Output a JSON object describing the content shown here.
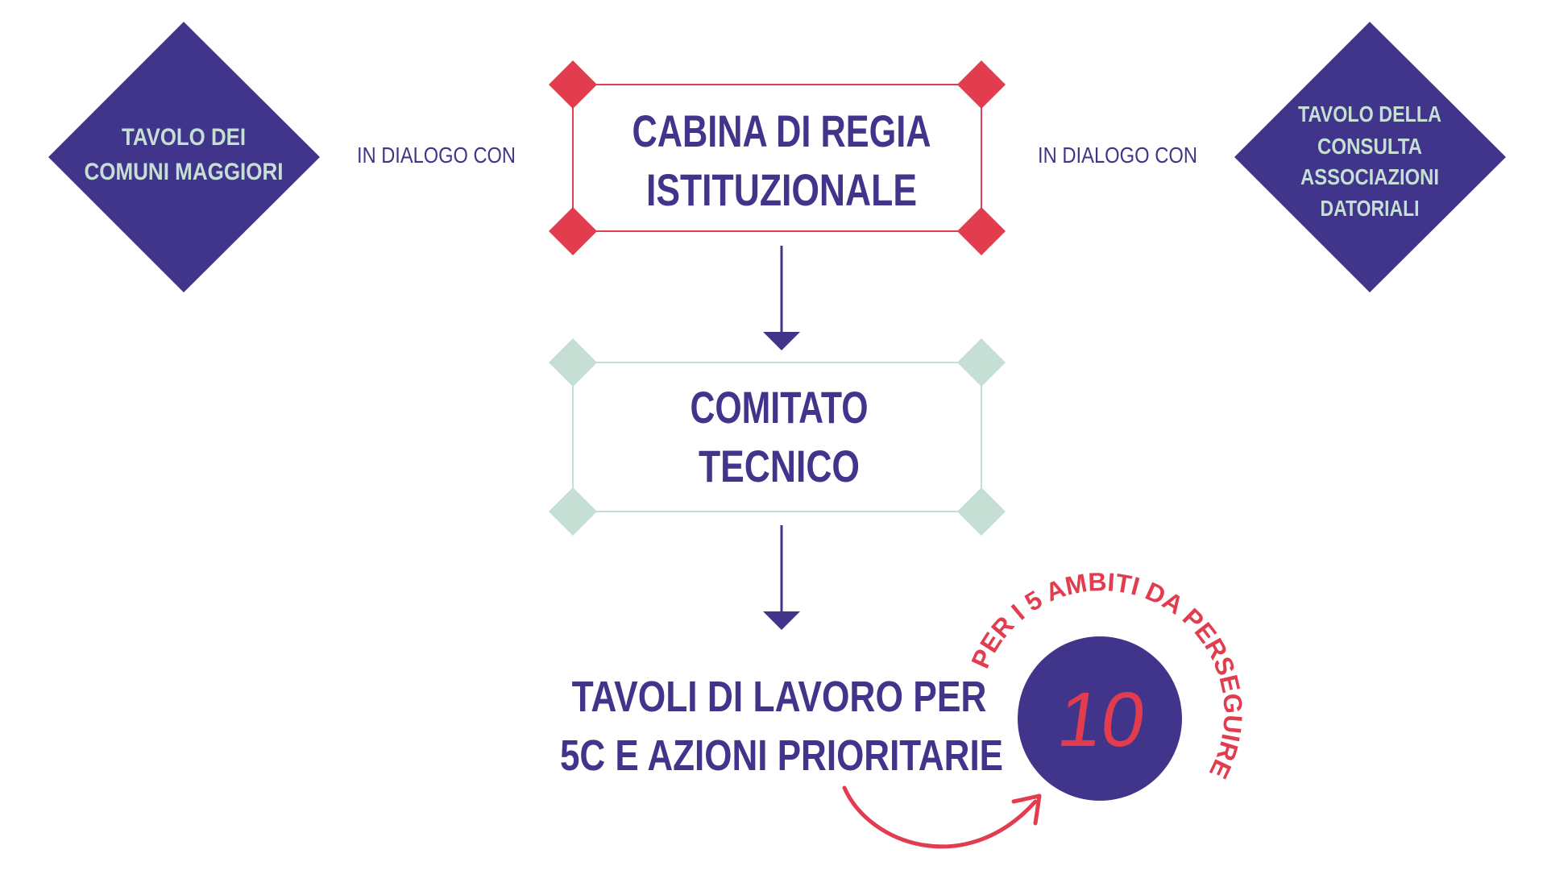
{
  "colors": {
    "purple": "#40358a",
    "red": "#e23c4f",
    "mint": "#c5dfd5",
    "background": "#ffffff"
  },
  "left_node": {
    "lines": [
      "TAVOLO DEI",
      "COMUNI MAGGIORI"
    ]
  },
  "right_node": {
    "lines": [
      "TAVOLO DELLA",
      "CONSULTA",
      "ASSOCIAZIONI",
      "DATORIALI"
    ]
  },
  "left_connector_label": "IN DIALOGO CON",
  "right_connector_label": "IN DIALOGO CON",
  "cabina": {
    "lines": [
      "CABINA DI REGIA",
      "ISTITUZIONALE"
    ]
  },
  "comitato": {
    "lines": [
      "COMITATO",
      "TECNICO"
    ]
  },
  "tavoli": {
    "lines": [
      "TAVOLI DI  LAVORO PER",
      "5C E AZIONI PRIORITARIE"
    ]
  },
  "badge": {
    "number": "10",
    "arc_text": "PER I 5 AMBITI DA PERSEGUIRE"
  }
}
